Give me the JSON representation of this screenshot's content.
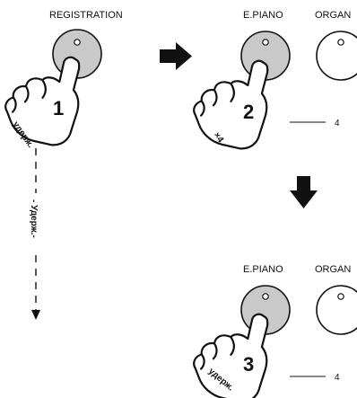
{
  "step1": {
    "button_label": "REGISTRATION",
    "finger_number": "1",
    "hold_text": "удерж."
  },
  "arrow_right_icon": "right-arrow",
  "step2": {
    "button_label": "E.PIANO",
    "adjacent_label": "ORGAN",
    "finger_number": "2",
    "press_count": "×4",
    "callout_value": "4"
  },
  "arrow_down_icon": "down-arrow",
  "hold_line": {
    "text": "- Удерж.-"
  },
  "step3": {
    "button_label": "E.PIANO",
    "adjacent_label": "ORGAN",
    "finger_number": "3",
    "hold_text": "удерж.",
    "callout_value": "4"
  },
  "colors": {
    "button_pressed": "#c9c9c9",
    "ink": "#111111"
  }
}
